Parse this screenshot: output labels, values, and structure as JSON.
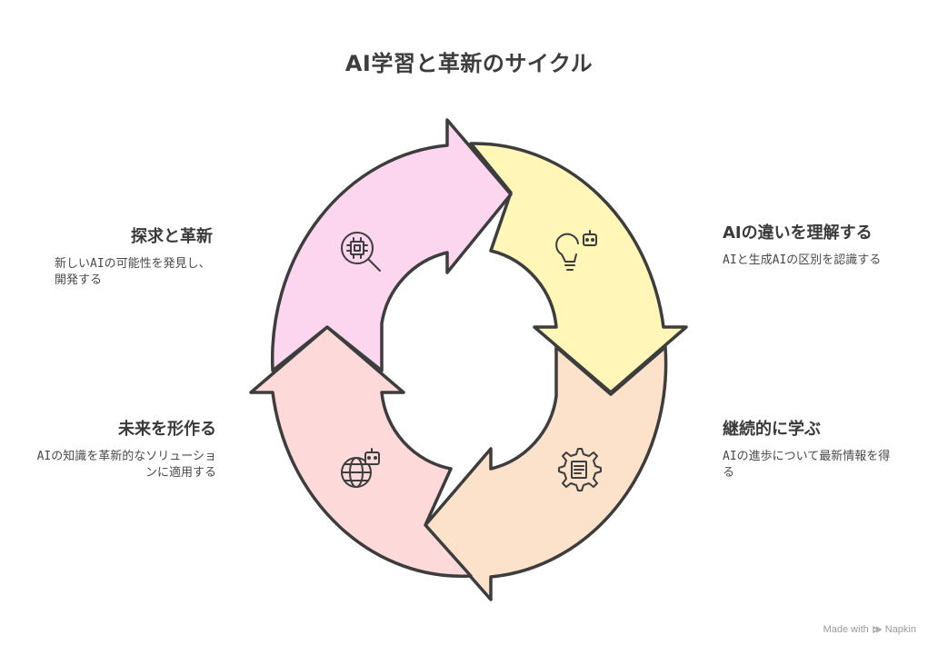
{
  "title": "AI学習と革新のサイクル",
  "stages": [
    {
      "id": "understand",
      "heading": "AIの違いを理解する",
      "description": "AIと生成AIの区別を認識する",
      "color": "#fff6b8",
      "icon": "lightbulb-robot-icon"
    },
    {
      "id": "learn",
      "heading": "継続的に学ぶ",
      "description": "AIの進歩について最新情報を得る",
      "color": "#fde2cb",
      "icon": "gear-document-icon"
    },
    {
      "id": "shape-future",
      "heading": "未来を形作る",
      "description": "AIの知識を革新的なソリューションに適用する",
      "color": "#fdd9da",
      "icon": "globe-robot-icon"
    },
    {
      "id": "explore",
      "heading": "探求と革新",
      "description": "新しいAIの可能性を発見し、開発する",
      "color": "#fcd6ee",
      "icon": "chip-search-icon"
    }
  ],
  "footer": {
    "made_with": "Made with",
    "brand": "Napkin"
  }
}
